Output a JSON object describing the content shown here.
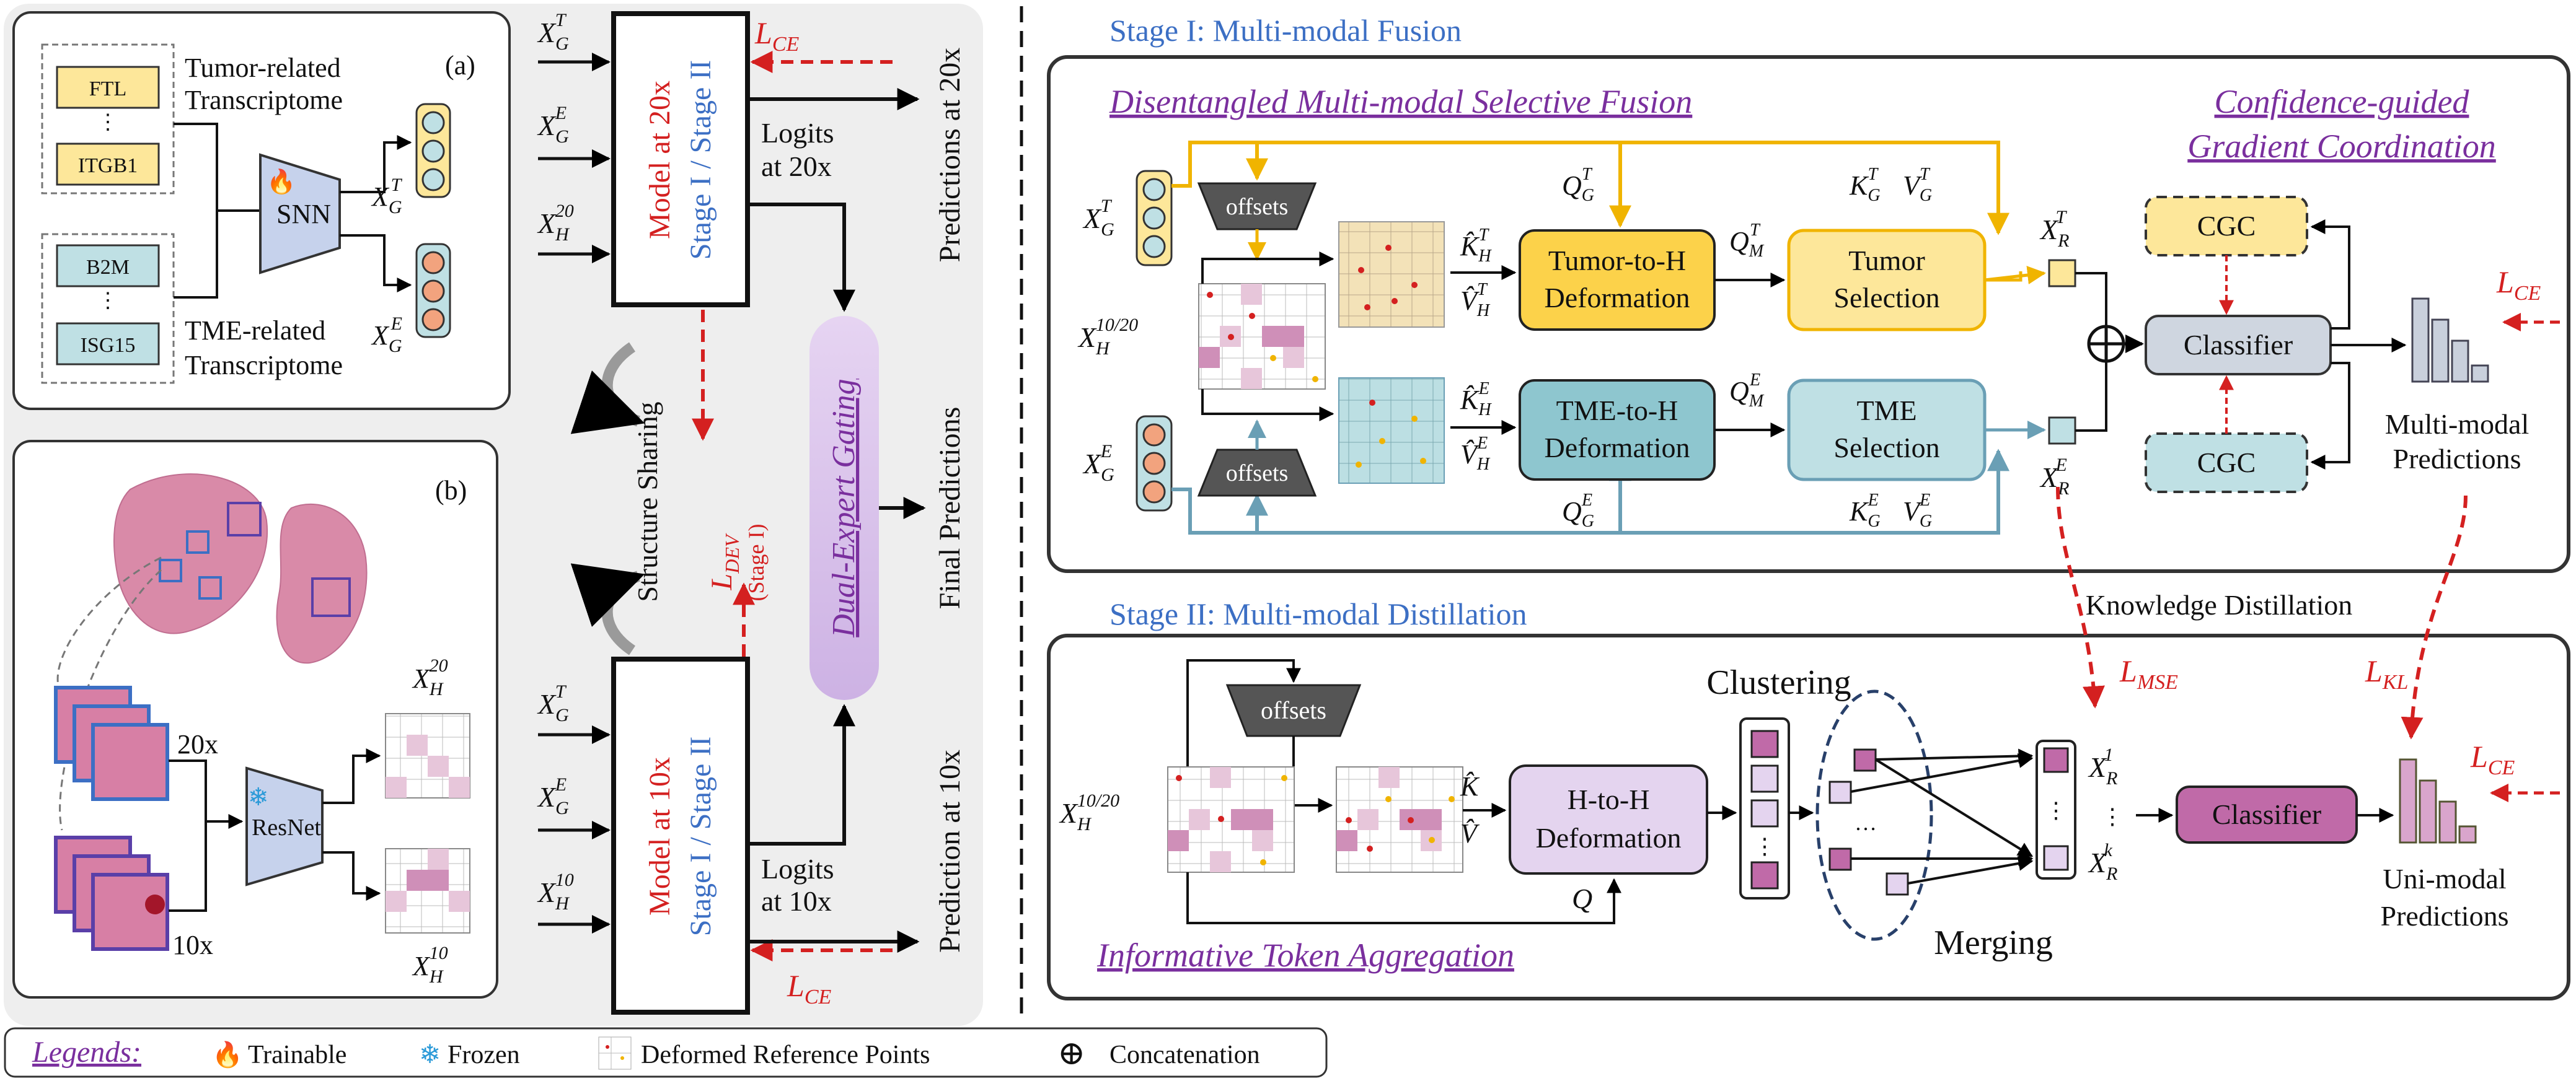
{
  "panel_a": {
    "label": "(a)",
    "tumor_genes": [
      "FTL",
      "⋮",
      "ITGB1"
    ],
    "tumor_label": [
      "Tumor-related",
      "Transcriptome"
    ],
    "tme_genes": [
      "B2M",
      "⋮",
      "ISG15"
    ],
    "tme_label": [
      "TME-related",
      "Transcriptome"
    ],
    "encoder": "SNN",
    "out_tumor": "X",
    "out_tumor_sub": "G",
    "out_tumor_sup": "T",
    "out_tme": "X",
    "out_tme_sub": "G",
    "out_tme_sup": "E"
  },
  "panel_b": {
    "label": "(b)",
    "mag20": "20x",
    "mag10": "10x",
    "encoder": "ResNet",
    "out20_sup": "20",
    "out10_sup": "10"
  },
  "middle": {
    "model20": "Model at 20x",
    "model10": "Model at 10x",
    "stage_tag": "Stage I / Stage II",
    "inputs_top": [
      "T",
      "E",
      "20"
    ],
    "inputs_bottom": [
      "T",
      "E",
      "10"
    ],
    "structure_sharing": "Structure Sharing",
    "l_dev": "L",
    "l_dev_sub": "DEV",
    "l_dev_note": "(Stage I)",
    "l_ce": "L",
    "l_ce_sub": "CE",
    "logits20": [
      "Logits",
      "at 20x"
    ],
    "logits10": [
      "Logits",
      "at 10x"
    ],
    "gating": "Dual-Expert Gating",
    "pred20": "Predictions at 20x",
    "pred_final": "Final Predictions",
    "pred10": "Prediction at 10x"
  },
  "stage1": {
    "title": "Stage I: Multi-modal Fusion",
    "dmsf": "Disentangled Multi-modal Selective Fusion",
    "cgc_title": [
      "Confidence-guided",
      "Gradient Coordination"
    ],
    "offsets": "offsets",
    "tumor_deform": [
      "Tumor-to-H",
      "Deformation"
    ],
    "tme_deform": [
      "TME-to-H",
      "Deformation"
    ],
    "tumor_sel": [
      "Tumor",
      "Selection"
    ],
    "tme_sel": [
      "TME",
      "Selection"
    ],
    "cgc": "CGC",
    "classifier": "Classifier",
    "mm_pred": [
      "Multi-modal",
      "Predictions"
    ],
    "xh_sup": "10/20",
    "concat": "⊕"
  },
  "stage2": {
    "title": "Stage II: Multi-modal Distillation",
    "kd": "Knowledge Distillation",
    "offsets": "offsets",
    "hh_deform": [
      "H-to-H",
      "Deformation"
    ],
    "clustering": "Clustering",
    "merging": "Merging",
    "classifier": "Classifier",
    "uni_pred": [
      "Uni-modal",
      "Predictions"
    ],
    "ita": "Informative Token Aggregation",
    "l_mse_sub": "MSE",
    "l_kl_sub": "KL",
    "q": "Q",
    "dots": "…",
    "vdots": "⋮",
    "xr1_sup": "1",
    "xrk_sup": "k"
  },
  "legend": {
    "title": "Legends:",
    "trainable": "Trainable",
    "frozen": "Frozen",
    "deformed": "Deformed Reference Points",
    "concat_label": "Concatenation",
    "concat_symbol": "⊕"
  },
  "colors": {
    "tumor": "#f5c518",
    "tme": "#7fb2c2",
    "red": "#d42020",
    "blue": "#3c6fc4",
    "purple": "#7a2f9e"
  }
}
